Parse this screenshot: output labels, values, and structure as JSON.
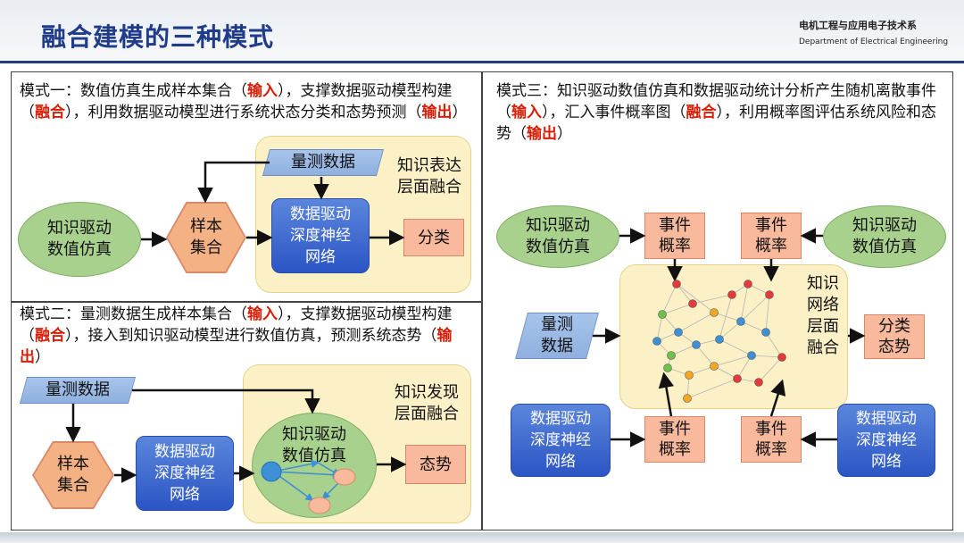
{
  "header": {
    "title": "融合建模的三种模式",
    "dept_cn": "电机工程与应用电子技术系",
    "dept_en": "Department of Electrical Engineering"
  },
  "mode1": {
    "text": {
      "p1": "模式一：数值仿真生成样本集合（",
      "in": "输入",
      "p2": "），支撑数据驱动模型构建（",
      "fuse": "融合",
      "p3": "），利用数据驱动模型进行系统状态分类和态势预测（",
      "out": "输出",
      "p4": "）"
    },
    "ellipse": [
      "知识驱动",
      "数值仿真"
    ],
    "hex": [
      "样本",
      "集合"
    ],
    "para": "量测数据",
    "blue": [
      "数据驱动",
      "深度神经",
      "网络"
    ],
    "out_box": "分类",
    "region": [
      "知识表达",
      "层面融合"
    ]
  },
  "mode2": {
    "text": {
      "p1": "模式二：量测数据生成样本集合（",
      "in": "输入",
      "p2": "），支撑数据驱动模型构建（",
      "fuse": "融合",
      "p3": "），接入到知识驱动模型进行数值仿真，预测系统态势（",
      "out": "输出",
      "p4": "）"
    },
    "para": "量测数据",
    "hex": [
      "样本",
      "集合"
    ],
    "blue": [
      "数据驱动",
      "深度神经",
      "网络"
    ],
    "ellipse": [
      "知识驱动",
      "数值仿真"
    ],
    "out_box": "态势",
    "region": [
      "知识发现",
      "层面融合"
    ]
  },
  "mode3": {
    "text": {
      "p1": "模式三：知识驱动数值仿真和数据驱动统计分析产生随机离散事件（",
      "in": "输入",
      "p2": "），汇入事件概率图（",
      "fuse": "融合",
      "p3": "），利用概率图评估系统风险和态势（",
      "out": "输出",
      "p4": "）"
    },
    "ell_left": [
      "知识驱动",
      "数值仿真"
    ],
    "ell_right": [
      "知识驱动",
      "数值仿真"
    ],
    "event_tl": [
      "事件",
      "概率"
    ],
    "event_tr": [
      "事件",
      "概率"
    ],
    "event_bl": [
      "事件",
      "概率"
    ],
    "event_br": [
      "事件",
      "概率"
    ],
    "para": [
      "量测",
      "数据"
    ],
    "blue_left": [
      "数据驱动",
      "深度神经",
      "网络"
    ],
    "blue_right": [
      "数据驱动",
      "深度神经",
      "网络"
    ],
    "region": [
      "知识",
      "网络",
      "层面",
      "融合"
    ],
    "out": [
      "分类",
      "态势"
    ]
  },
  "colors": {
    "title_blue": "#1f3b8a",
    "red_keyword": "#d81e06",
    "green": "#a9d18e",
    "salmon": "#f8b99c",
    "blue": "#2b55c4",
    "yellow": "#fbf0c6",
    "node_blue": "#3d8fd6",
    "node_red": "#e23b3b",
    "node_orange": "#f5a623",
    "node_green": "#6cc24a"
  }
}
